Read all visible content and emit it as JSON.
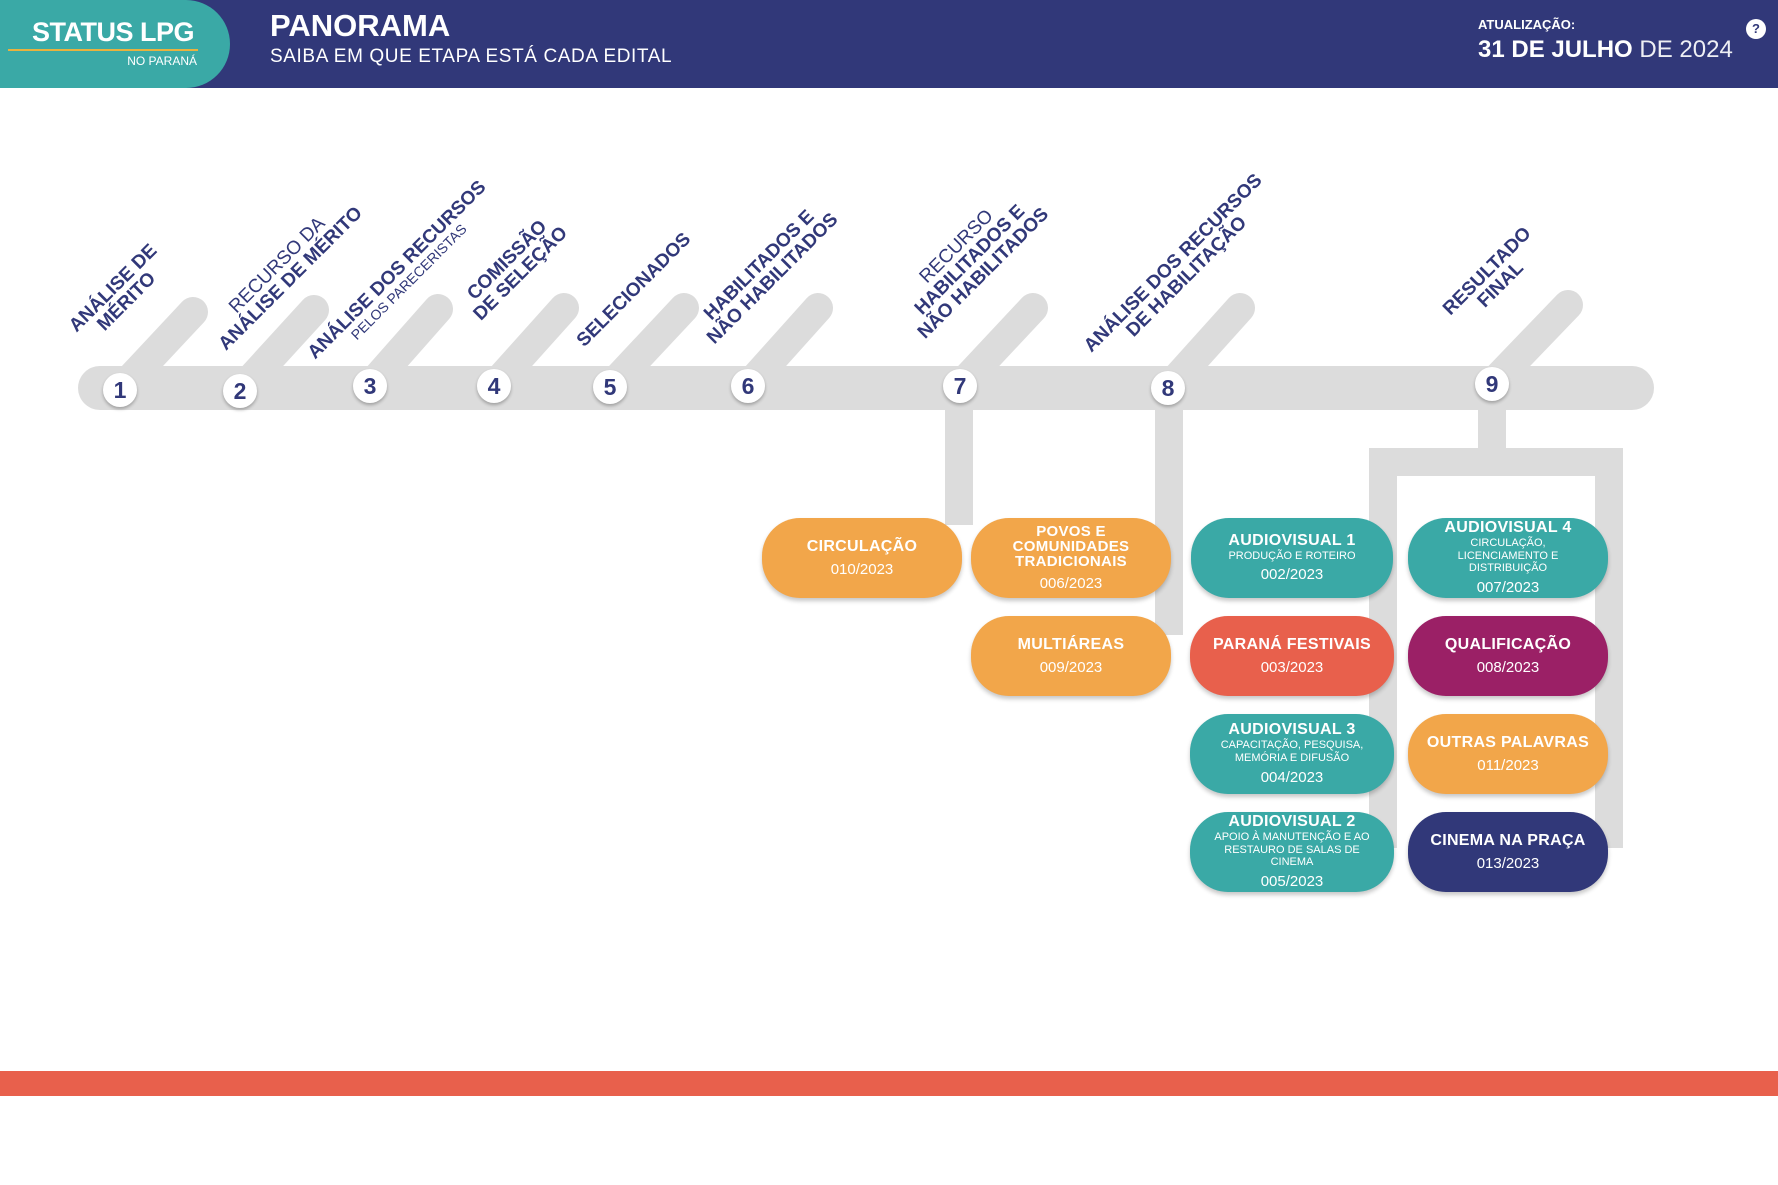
{
  "header": {
    "brand_title": "STATUS LPG",
    "brand_sub": "NO PARANÁ",
    "title": "PANORAMA",
    "subtitle": "SAIBA EM QUE ETAPA ESTÁ CADA EDITAL",
    "update_label": "ATUALIZAÇÃO:",
    "update_date_bold": "31 DE JULHO",
    "update_date_light": " DE 2024",
    "corner_icon": "info-icon"
  },
  "colors": {
    "navy": "#313879",
    "teal": "#3aa9a6",
    "orange": "#f2a64a",
    "red": "#e8604c",
    "purple": "#9b2066",
    "track": "#dcdcdc"
  },
  "stages": [
    {
      "number": "1",
      "lines": [
        {
          "t": "ANÁLISE DE",
          "s": "b"
        },
        {
          "t": "MÉRITO",
          "s": "b"
        }
      ]
    },
    {
      "number": "2",
      "lines": [
        {
          "t": "RECURSO DA",
          "s": "l"
        },
        {
          "t": "ANÁLISE DE MÉRITO",
          "s": "b"
        }
      ]
    },
    {
      "number": "3",
      "lines": [
        {
          "t": "ANÁLISE DOS RECURSOS",
          "s": "b"
        },
        {
          "t": "PELOS PARECERISTAS",
          "s": "s"
        }
      ]
    },
    {
      "number": "4",
      "lines": [
        {
          "t": "COMISSÃO",
          "s": "b"
        },
        {
          "t": "DE SELEÇÃO",
          "s": "b"
        }
      ]
    },
    {
      "number": "5",
      "lines": [
        {
          "t": "SELECIONADOS",
          "s": "b"
        }
      ]
    },
    {
      "number": "6",
      "lines": [
        {
          "t": "HABILITADOS E",
          "s": "b"
        },
        {
          "t": "NÃO HABILITADOS",
          "s": "b"
        }
      ]
    },
    {
      "number": "7",
      "lines": [
        {
          "t": "RECURSO",
          "s": "l"
        },
        {
          "t": "HABILITADOS E",
          "s": "b"
        },
        {
          "t": "NÃO HABILITADOS",
          "s": "b"
        }
      ]
    },
    {
      "number": "8",
      "lines": [
        {
          "t": "ANÁLISE DOS RECURSOS",
          "s": "b"
        },
        {
          "t": "DE HABILITAÇÃO",
          "s": "b"
        }
      ]
    },
    {
      "number": "9",
      "lines": [
        {
          "t": "RESULTADO",
          "s": "b"
        },
        {
          "t": "FINAL",
          "s": "b"
        }
      ]
    }
  ],
  "editais": [
    {
      "stage": "7",
      "name": "CIRCULAÇÃO",
      "desc": "",
      "code": "010/2023",
      "color": "orange"
    },
    {
      "stage": "8",
      "name": "POVOS E COMUNIDADES TRADICIONAIS",
      "desc": "",
      "code": "006/2023",
      "color": "orange"
    },
    {
      "stage": "8",
      "name": "MULTIÁREAS",
      "desc": "",
      "code": "009/2023",
      "color": "orange"
    },
    {
      "stage": "9",
      "name": "AUDIOVISUAL 1",
      "desc": "PRODUÇÃO E ROTEIRO",
      "code": "002/2023",
      "color": "teal"
    },
    {
      "stage": "9",
      "name": "AUDIOVISUAL 4",
      "desc": "CIRCULAÇÃO, LICENCIAMENTO E DISTRIBUIÇÃO",
      "code": "007/2023",
      "color": "teal"
    },
    {
      "stage": "9",
      "name": "PARANÁ FESTIVAIS",
      "desc": "",
      "code": "003/2023",
      "color": "red"
    },
    {
      "stage": "9",
      "name": "QUALIFICAÇÃO",
      "desc": "",
      "code": "008/2023",
      "color": "purple"
    },
    {
      "stage": "9",
      "name": "AUDIOVISUAL 3",
      "desc": "CAPACITAÇÃO, PESQUISA, MEMÓRIA E DIFUSÃO",
      "code": "004/2023",
      "color": "teal"
    },
    {
      "stage": "9",
      "name": "OUTRAS PALAVRAS",
      "desc": "",
      "code": "011/2023",
      "color": "orange"
    },
    {
      "stage": "9",
      "name": "AUDIOVISUAL 2",
      "desc": "APOIO À MANUTENÇÃO E AO RESTAURO DE SALAS DE CINEMA",
      "code": "005/2023",
      "color": "teal"
    },
    {
      "stage": "9",
      "name": "CINEMA NA PRAÇA",
      "desc": "",
      "code": "013/2023",
      "color": "navy"
    }
  ]
}
